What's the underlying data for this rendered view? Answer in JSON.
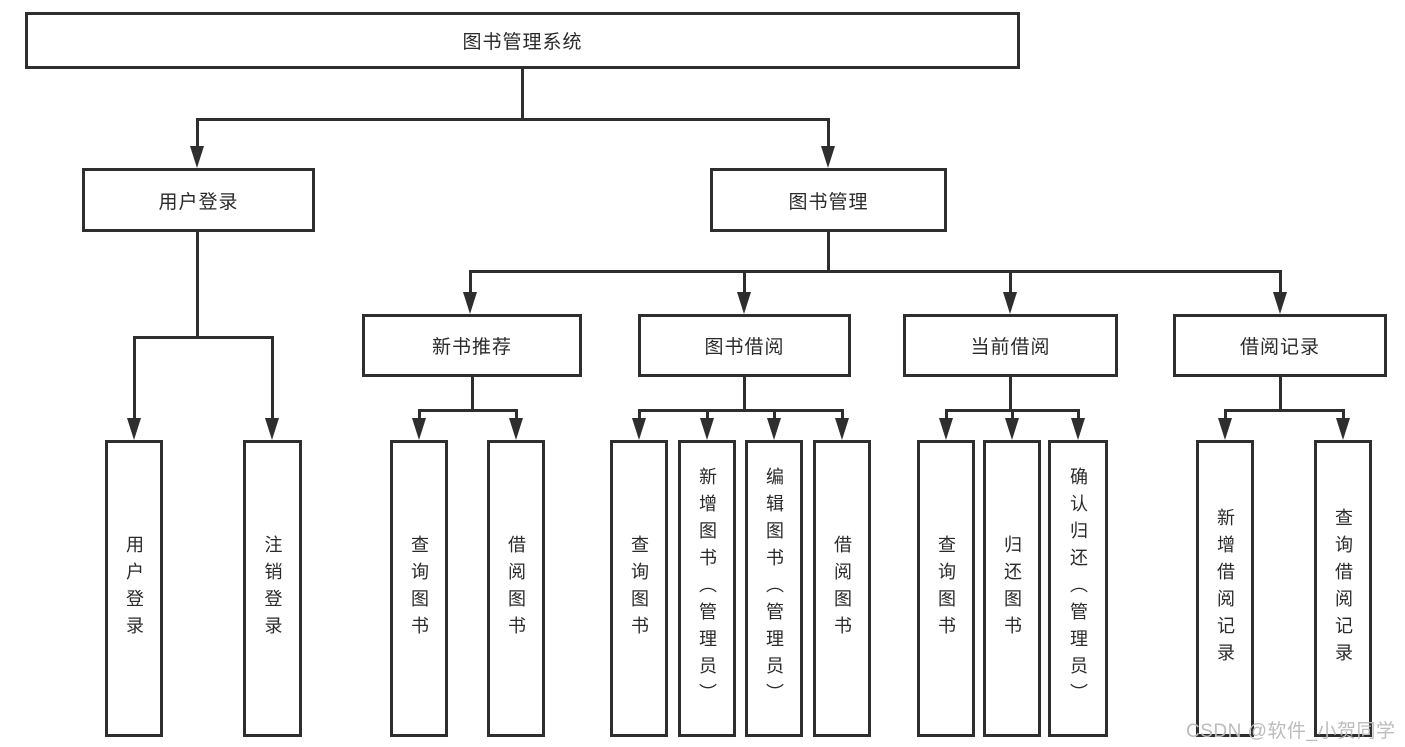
{
  "tree": {
    "root": {
      "label": "图书管理系统",
      "children": [
        {
          "label": "用户登录",
          "children": [
            {
              "label": "用户登录"
            },
            {
              "label": "注销登录"
            }
          ]
        },
        {
          "label": "图书管理",
          "children": [
            {
              "label": "新书推荐",
              "children": [
                {
                  "label": "查询图书"
                },
                {
                  "label": "借阅图书"
                }
              ]
            },
            {
              "label": "图书借阅",
              "children": [
                {
                  "label": "查询图书"
                },
                {
                  "label": "新增图书（管理员）"
                },
                {
                  "label": "编辑图书（管理员）"
                },
                {
                  "label": "借阅图书"
                }
              ]
            },
            {
              "label": "当前借阅",
              "children": [
                {
                  "label": "查询图书"
                },
                {
                  "label": "归还图书"
                },
                {
                  "label": "确认归还（管理员）"
                }
              ]
            },
            {
              "label": "借阅记录",
              "children": [
                {
                  "label": "新增借阅记录"
                },
                {
                  "label": "查询借阅记录"
                }
              ]
            }
          ]
        }
      ]
    }
  },
  "colors": {
    "line": "#2e2e2e",
    "text": "#2a2a2a",
    "background": "#ffffff",
    "watermark": "#bcbcbc"
  },
  "watermark": {
    "text": "CSDN @软件_小贺同学"
  }
}
